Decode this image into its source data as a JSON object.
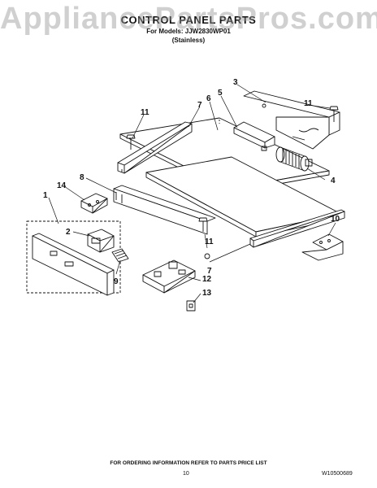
{
  "watermark": "AppliancePartsPros.com",
  "header": {
    "title": "CONTROL PANEL PARTS",
    "model_line": "For Models: JJW2830WP01",
    "finish": "(Stainless)"
  },
  "callouts": [
    "1",
    "2",
    "3",
    "4",
    "5",
    "6",
    "7",
    "7",
    "8",
    "9",
    "10",
    "11",
    "11",
    "11",
    "12",
    "13",
    "14"
  ],
  "footer": {
    "note": "FOR ORDERING INFORMATION REFER TO PARTS PRICE LIST",
    "page_number": "10",
    "doc_number": "W10500689"
  }
}
